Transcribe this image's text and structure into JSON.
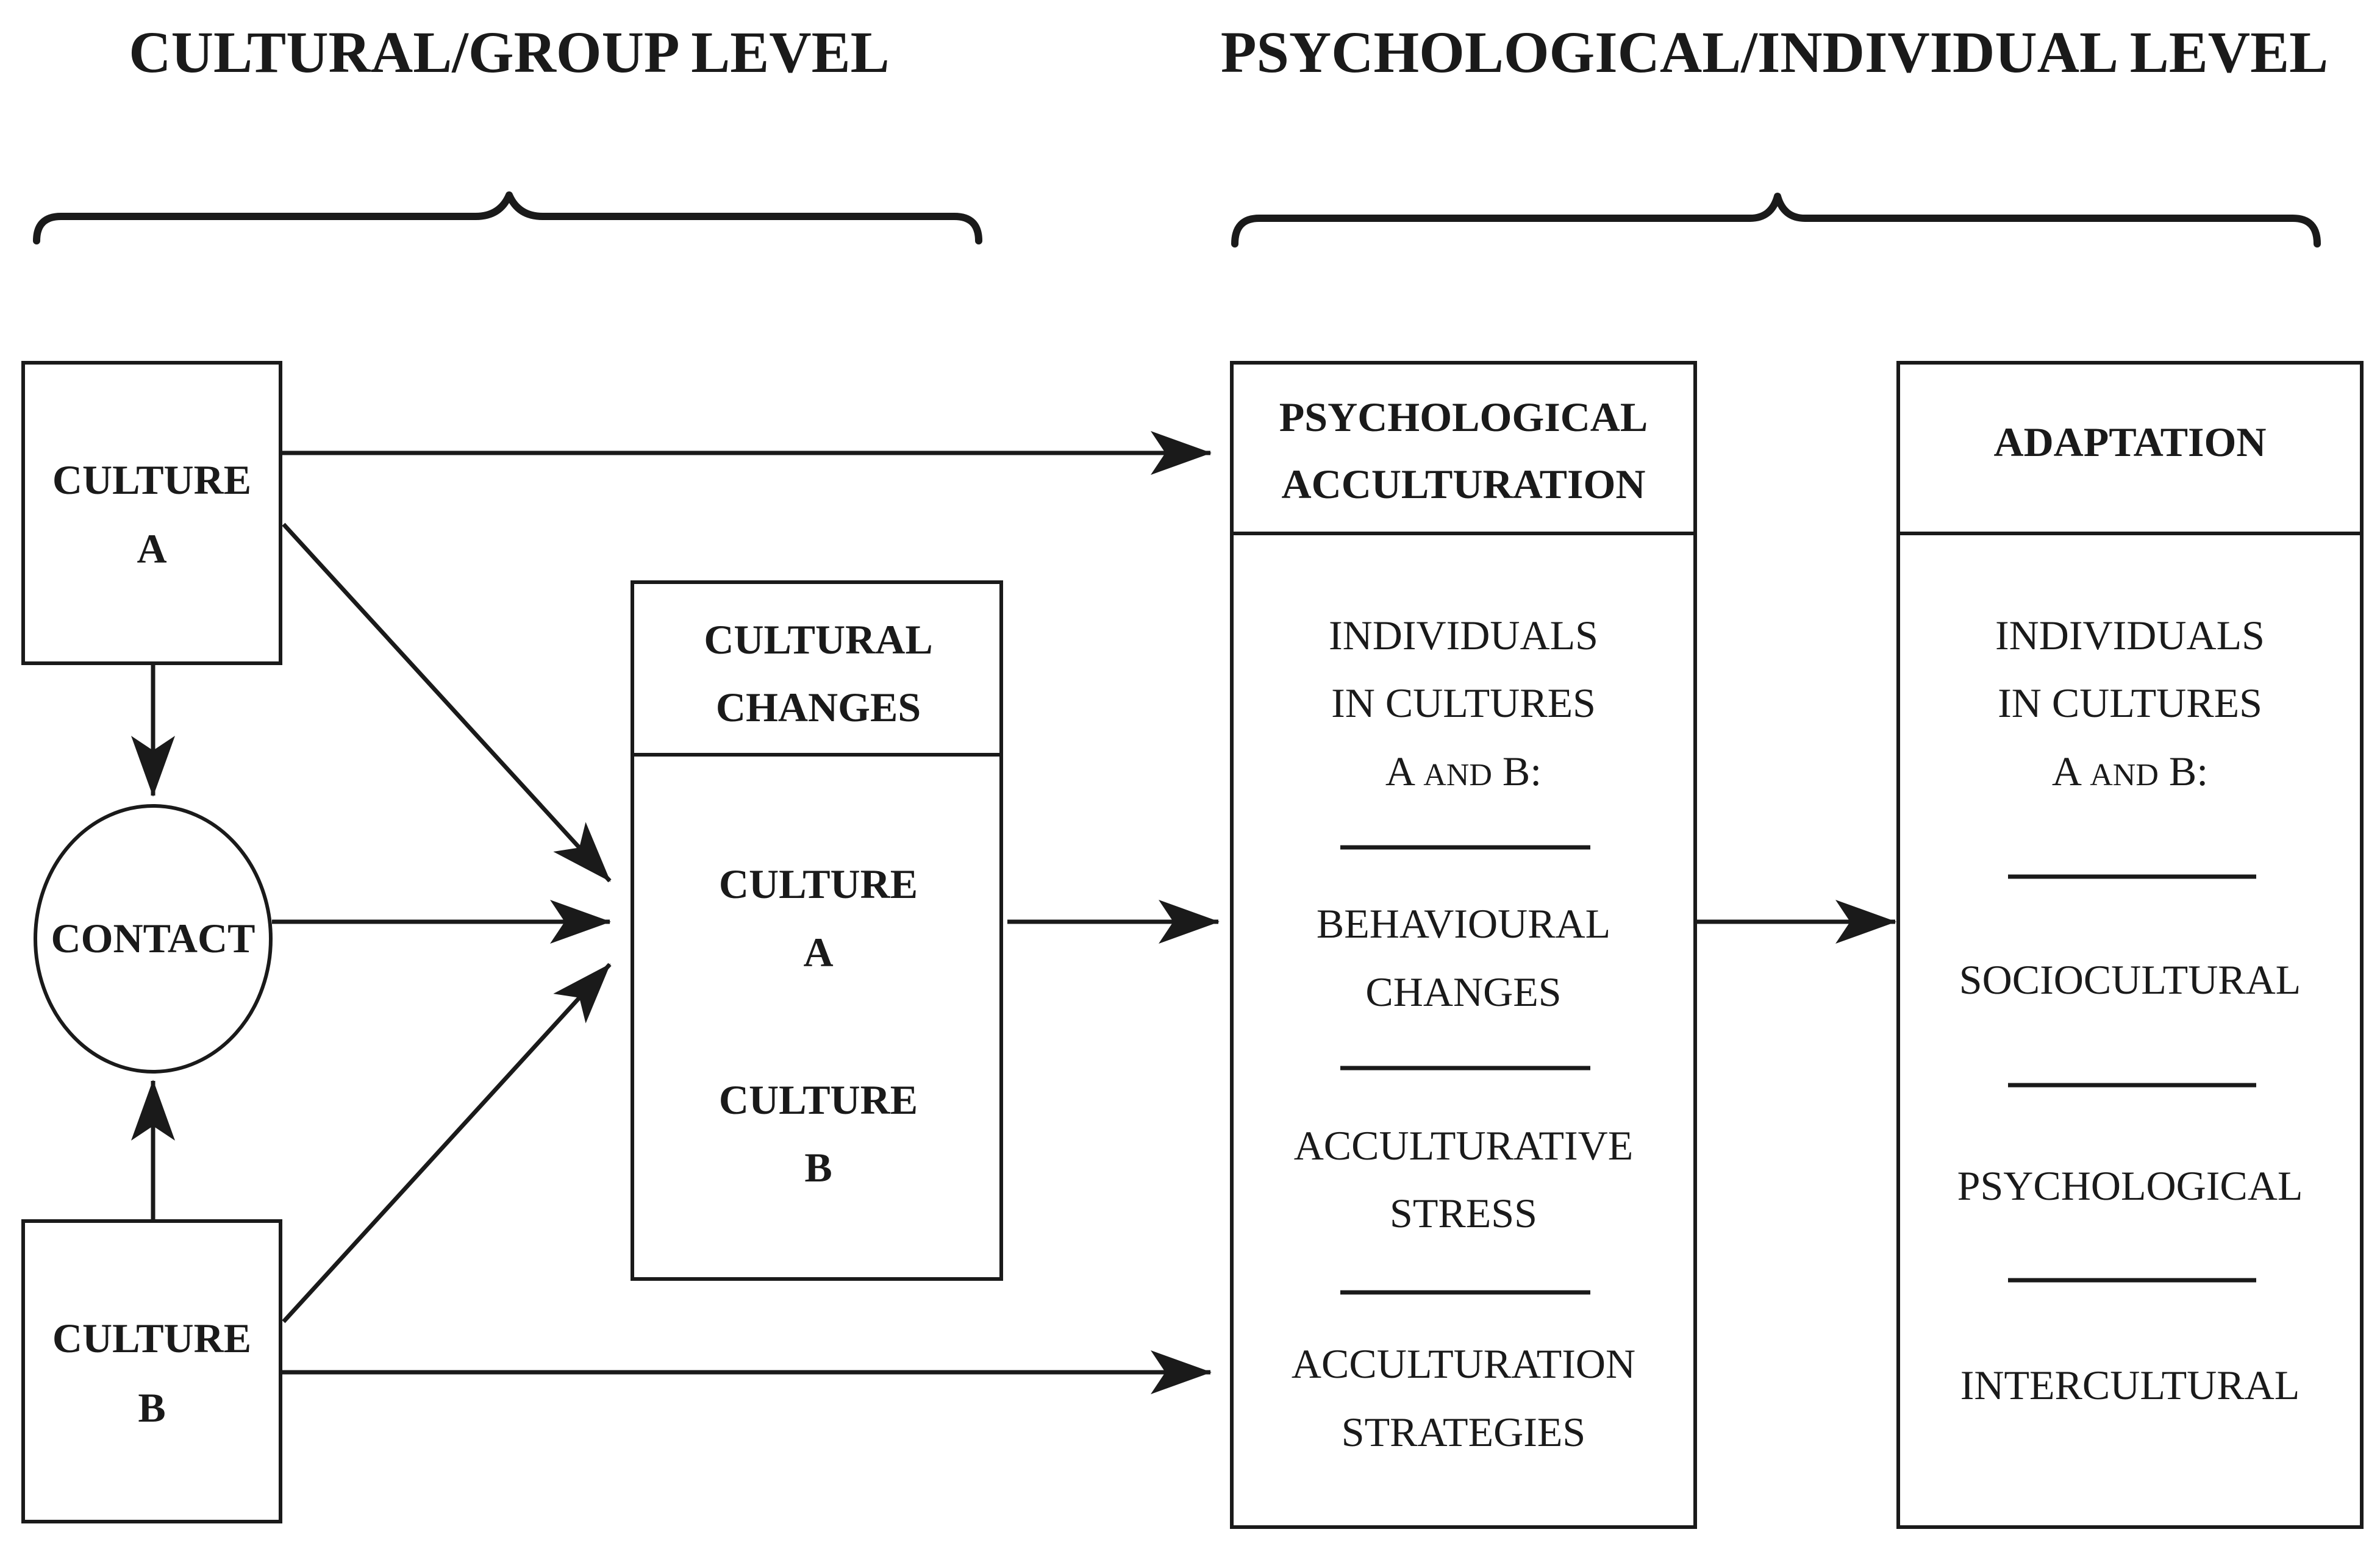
{
  "headings": {
    "cultural_group": "CULTURAL/GROUP LEVEL",
    "psychological_individual": "PSYCHOLOGICAL/INDIVIDUAL LEVEL"
  },
  "culture_a": {
    "line1": "CULTURE",
    "line2": "A"
  },
  "contact": {
    "label": "CONTACT"
  },
  "culture_b": {
    "line1": "CULTURE",
    "line2": "B"
  },
  "cultural_changes": {
    "title_line1": "CULTURAL",
    "title_line2": "CHANGES",
    "culture_a_line1": "CULTURE",
    "culture_a_line2": "A",
    "culture_b_line1": "CULTURE",
    "culture_b_line2": "B"
  },
  "psychological_acculturation": {
    "title_line1": "PSYCHOLOGICAL",
    "title_line2": "ACCULTURATION",
    "intro_line1": "INDIVIDUALS",
    "intro_line2": "IN CULTURES",
    "intro_line3_a": "A ",
    "intro_line3_and": "AND",
    "intro_line3_b": " B:",
    "items": [
      {
        "line1": "BEHAVIOURAL",
        "line2": "CHANGES"
      },
      {
        "line1": "ACCULTURATIVE",
        "line2": "STRESS"
      },
      {
        "line1": "ACCULTURATION",
        "line2": "STRATEGIES"
      }
    ]
  },
  "adaptation": {
    "title": "ADAPTATION",
    "intro_line1": "INDIVIDUALS",
    "intro_line2": "IN CULTURES",
    "intro_line3_a": "A ",
    "intro_line3_and": "AND",
    "intro_line3_b": " B:",
    "items": [
      {
        "label": "SOCIOCULTURAL"
      },
      {
        "label": "PSYCHOLOGICAL"
      },
      {
        "label": "INTERCULTURAL"
      }
    ]
  }
}
